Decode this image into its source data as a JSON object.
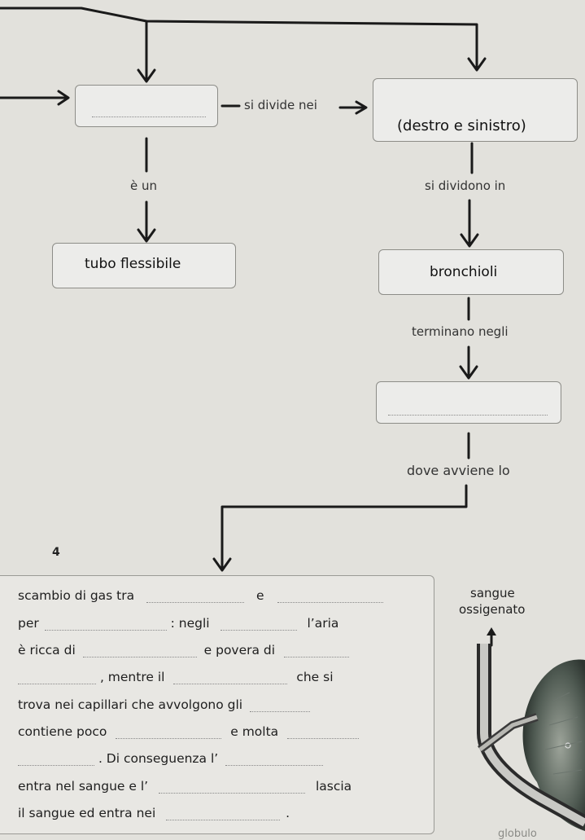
{
  "concept_map": {
    "left_blank_box": "",
    "connector_divide": "si divide nei",
    "right_box_text": "(destro e sinistro)",
    "connector_e_un": "è un",
    "left_bottom_box": "tubo flessibile",
    "connector_dividono": "si dividono in",
    "bronchioli_box": "bronchioli",
    "connector_terminano": "terminano negli",
    "blank_box_2": "",
    "connector_avviene": "dove avviene lo"
  },
  "exercise_number": "4",
  "paragraph": {
    "l1a": "scambio di gas tra",
    "l1b": "e",
    "l2a": "per",
    "l2b": ": negli",
    "l2c": "l’aria",
    "l3a": "è ricca di",
    "l3b": "e povera di",
    "l4a": ", mentre il",
    "l4b": "che si",
    "l5a": "trova nei capillari che avvolgono gli",
    "l6a": "contiene poco",
    "l6b": "e molta",
    "l7a": ". Di conseguenza l’",
    "l8a": "entra nel sangue e l’",
    "l8b": "lascia",
    "l9a": "il sangue ed entra nei",
    "l9b": "."
  },
  "illustration": {
    "label_line1": "sangue",
    "label_line2": "ossigenato",
    "corner_text": "globulo"
  }
}
